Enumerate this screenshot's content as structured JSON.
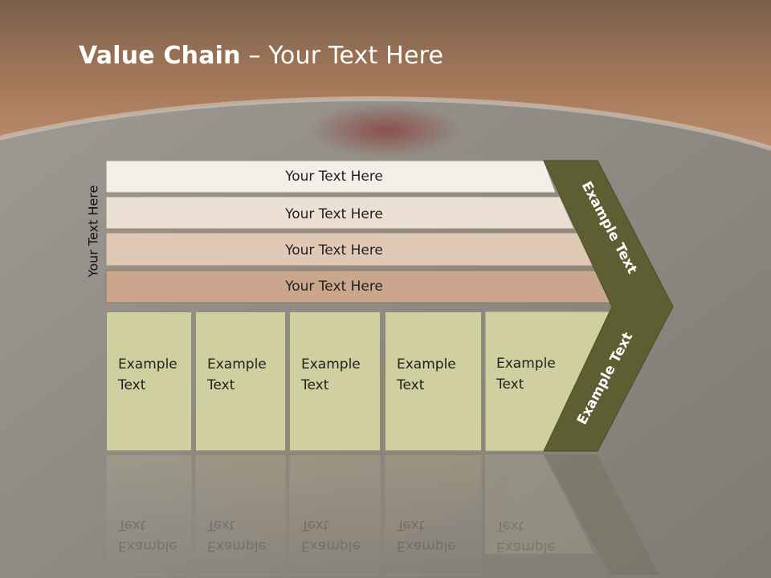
{
  "slide": {
    "title_bold": "Value Chain",
    "title_rest": " – Your Text Here",
    "side_label": "Your Text Here"
  },
  "rows": [
    {
      "label": "Your Text Here",
      "color": "#f4eee9"
    },
    {
      "label": "Your Text Here",
      "color": "#ecdfd3"
    },
    {
      "label": "Your Text Here",
      "color": "#e0c9b4"
    },
    {
      "label": "Your Text Here",
      "color": "#c9a68c"
    }
  ],
  "cells": [
    {
      "label": "Example\nText"
    },
    {
      "label": "Example\nText"
    },
    {
      "label": "Example\nText"
    },
    {
      "label": "Example\nText"
    },
    {
      "label": "Example\nText"
    }
  ],
  "chevron": {
    "upper_label": "Example Text",
    "lower_label": "Example Text",
    "color": "#5e5e33"
  },
  "colors": {
    "header_brown": "#b4886a",
    "cell_fill": "#d0cfa0"
  }
}
